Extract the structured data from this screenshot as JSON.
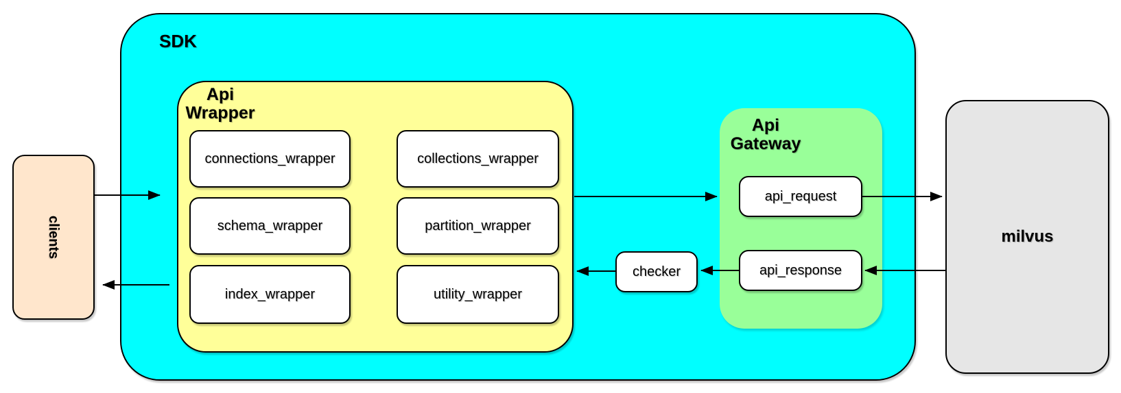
{
  "colors": {
    "clients_fill": "#FFE6CC",
    "sdk_fill": "#00FFFF",
    "api_wrapper_fill": "#FFFF99",
    "api_gateway_fill": "#99FF99",
    "milvus_fill": "#E6E6E6",
    "inner_box_fill": "#FFFFFF",
    "border": "#000000",
    "background": "#FFFFFF"
  },
  "nodes": {
    "clients": {
      "label": "clients"
    },
    "sdk": {
      "label": "SDK"
    },
    "api_wrapper": {
      "label": "Api\nWrapper",
      "boxes": [
        {
          "label": "connections_wrapper"
        },
        {
          "label": "collections_wrapper"
        },
        {
          "label": "schema_wrapper"
        },
        {
          "label": "partition_wrapper"
        },
        {
          "label": "index_wrapper"
        },
        {
          "label": "utility_wrapper"
        }
      ]
    },
    "api_gateway": {
      "label": "Api\nGateway",
      "boxes": [
        {
          "label": "api_request"
        },
        {
          "label": "api_response"
        }
      ]
    },
    "checker": {
      "label": "checker"
    },
    "milvus": {
      "label": "milvus"
    }
  },
  "arrows": [
    {
      "from": "clients",
      "to": "api_wrapper",
      "direction": "right"
    },
    {
      "from": "api_wrapper",
      "to": "clients",
      "direction": "left"
    },
    {
      "from": "api_wrapper",
      "to": "api_gateway",
      "direction": "right"
    },
    {
      "from": "api_request",
      "to": "milvus",
      "direction": "right"
    },
    {
      "from": "milvus",
      "to": "api_response",
      "direction": "left"
    },
    {
      "from": "api_response",
      "to": "checker",
      "direction": "left"
    },
    {
      "from": "checker",
      "to": "api_wrapper",
      "direction": "left"
    }
  ]
}
